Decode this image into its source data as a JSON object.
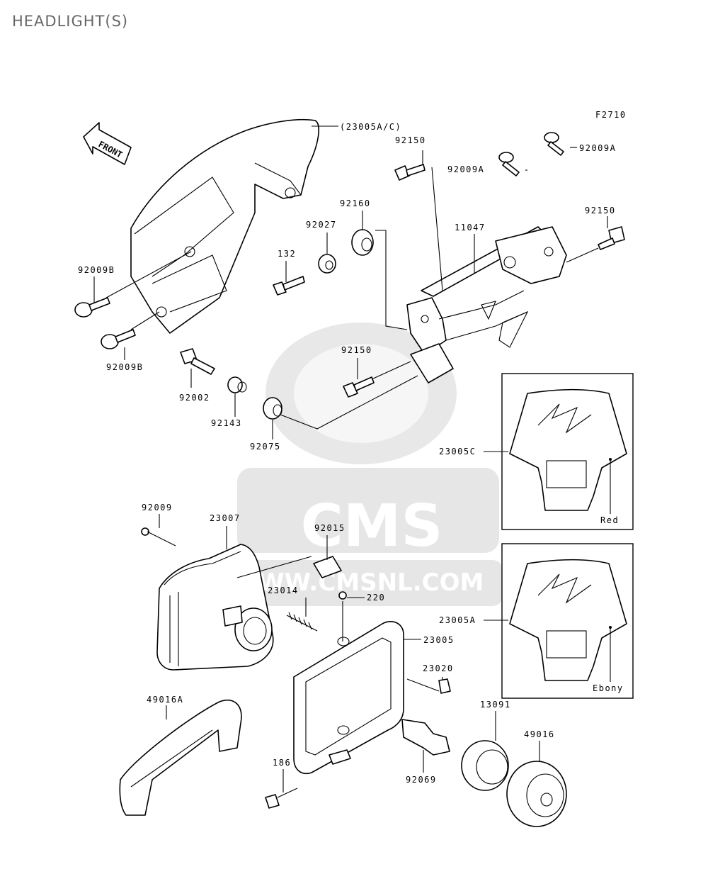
{
  "title": "HEADLIGHT(S)",
  "diagram_code": "F2710",
  "front_arrow_label": "FRONT",
  "watermark": {
    "brand": "CMS",
    "url": "WWW.CMSNL.COM"
  },
  "parts": [
    {
      "id": "p1",
      "number": "(23005A/C)"
    },
    {
      "id": "p2",
      "number": "92150"
    },
    {
      "id": "p3",
      "number": "92009A"
    },
    {
      "id": "p4",
      "number": "92009A"
    },
    {
      "id": "p5",
      "number": "92160"
    },
    {
      "id": "p6",
      "number": "92027"
    },
    {
      "id": "p7",
      "number": "11047"
    },
    {
      "id": "p8",
      "number": "92150"
    },
    {
      "id": "p9",
      "number": "132"
    },
    {
      "id": "p10",
      "number": "92009B"
    },
    {
      "id": "p11",
      "number": "92009B"
    },
    {
      "id": "p12",
      "number": "92150"
    },
    {
      "id": "p13",
      "number": "92002"
    },
    {
      "id": "p14",
      "number": "92143"
    },
    {
      "id": "p15",
      "number": "92075"
    },
    {
      "id": "p16",
      "number": "23005C"
    },
    {
      "id": "p17",
      "number": "92009"
    },
    {
      "id": "p18",
      "number": "23007"
    },
    {
      "id": "p19",
      "number": "92015"
    },
    {
      "id": "p20",
      "number": "23014"
    },
    {
      "id": "p21",
      "number": "220"
    },
    {
      "id": "p22",
      "number": "23005"
    },
    {
      "id": "p23",
      "number": "23005A"
    },
    {
      "id": "p24",
      "number": "23020"
    },
    {
      "id": "p25",
      "number": "49016A"
    },
    {
      "id": "p26",
      "number": "13091"
    },
    {
      "id": "p27",
      "number": "49016"
    },
    {
      "id": "p28",
      "number": "186"
    },
    {
      "id": "p29",
      "number": "92069"
    }
  ],
  "variants": [
    {
      "part": "23005C",
      "color": "Red"
    },
    {
      "part": "23005A",
      "color": "Ebony"
    }
  ]
}
